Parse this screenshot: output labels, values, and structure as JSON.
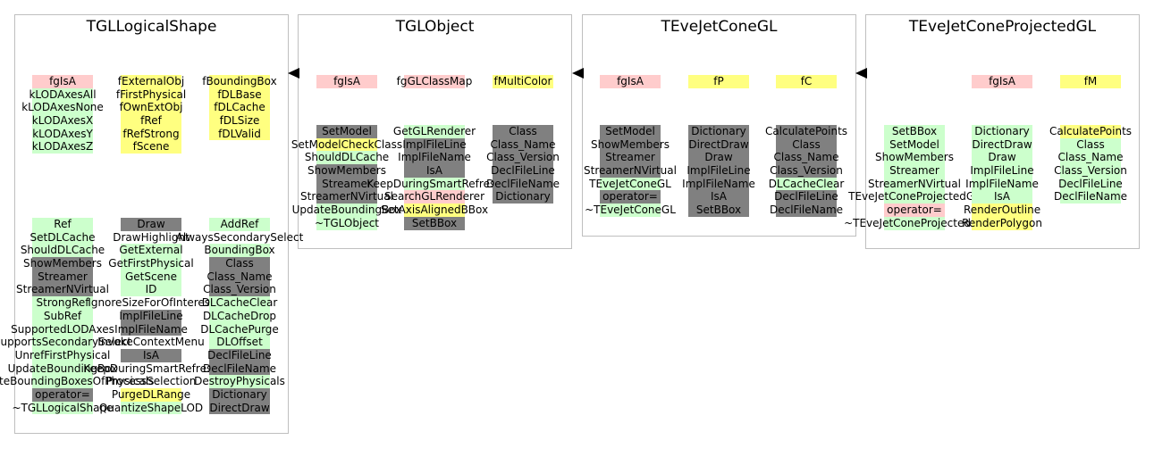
{
  "classes": [
    {
      "name": "TGLLogicalShape",
      "columns": [
        [
          [
            "fgIsA",
            "r"
          ],
          [
            "kLODAxesAll",
            "g"
          ],
          [
            "kLODAxesNone",
            "g"
          ],
          [
            "kLODAxesX",
            "g"
          ],
          [
            "kLODAxesY",
            "g"
          ],
          [
            "kLODAxesZ",
            "g"
          ]
        ],
        [
          [
            "fExternalObj",
            "y"
          ],
          [
            "fFirstPhysical",
            "y"
          ],
          [
            "fOwnExtObj",
            "y"
          ],
          [
            "fRef",
            "y"
          ],
          [
            "fRefStrong",
            "y"
          ],
          [
            "fScene",
            "y"
          ]
        ],
        [
          [
            "fBoundingBox",
            "y"
          ],
          [
            "fDLBase",
            "y"
          ],
          [
            "fDLCache",
            "y"
          ],
          [
            "fDLSize",
            "y"
          ],
          [
            "fDLValid",
            "y"
          ]
        ],
        [
          [
            "Ref",
            "g"
          ],
          [
            "SetDLCache",
            "g"
          ],
          [
            "ShouldDLCache",
            "g"
          ],
          [
            "ShowMembers",
            "d"
          ],
          [
            "Streamer",
            "d"
          ],
          [
            "StreamerNVirtual",
            "d"
          ],
          [
            "StrongRef",
            "g"
          ],
          [
            "SubRef",
            "g"
          ],
          [
            "SupportedLODAxes",
            "g"
          ],
          [
            "SupportsSecondarySelect",
            "g"
          ],
          [
            "UnrefFirstPhysical",
            "g"
          ],
          [
            "UpdateBoundingBox",
            "g"
          ],
          [
            "UpdateBoundingBoxesOfPhysicals",
            "g"
          ],
          [
            "operator=",
            "d"
          ],
          [
            "~TGLLogicalShape",
            "g"
          ]
        ],
        [
          [
            "Draw",
            "d"
          ],
          [
            "DrawHighlight",
            "w"
          ],
          [
            "GetExternal",
            "g"
          ],
          [
            "GetFirstPhysical",
            "g"
          ],
          [
            "GetScene",
            "g"
          ],
          [
            "ID",
            "g"
          ],
          [
            "IgnoreSizeForOfInterest",
            "w"
          ],
          [
            "ImplFileLine",
            "d"
          ],
          [
            "ImplFileName",
            "d"
          ],
          [
            "InvokeContextMenu",
            "w"
          ],
          [
            "IsA",
            "d"
          ],
          [
            "KeepDuringSmartRefresh",
            "w"
          ],
          [
            "ProcessSelection",
            "w"
          ],
          [
            "PurgeDLRange",
            "y"
          ],
          [
            "QuantizeShapeLOD",
            "g"
          ]
        ],
        [
          [
            "AddRef",
            "g"
          ],
          [
            "AlwaysSecondarySelect",
            "w"
          ],
          [
            "BoundingBox",
            "g"
          ],
          [
            "Class",
            "d"
          ],
          [
            "Class_Name",
            "d"
          ],
          [
            "Class_Version",
            "d"
          ],
          [
            "DLCacheClear",
            "g"
          ],
          [
            "DLCacheDrop",
            "g"
          ],
          [
            "DLCachePurge",
            "g"
          ],
          [
            "DLOffset",
            "g"
          ],
          [
            "DeclFileLine",
            "d"
          ],
          [
            "DeclFileName",
            "d"
          ],
          [
            "DestroyPhysicals",
            "g"
          ],
          [
            "Dictionary",
            "d"
          ],
          [
            "DirectDraw",
            "d"
          ]
        ]
      ]
    },
    {
      "name": "TGLObject",
      "columns": [
        [
          [
            "fgIsA",
            "r"
          ]
        ],
        [
          [
            "fgGLClassMap",
            "r"
          ]
        ],
        [
          [
            "fMultiColor",
            "y"
          ]
        ],
        [
          [
            "SetModel",
            "d"
          ],
          [
            "SetModelCheckClass",
            "y"
          ],
          [
            "ShouldDLCache",
            "g"
          ],
          [
            "ShowMembers",
            "d"
          ],
          [
            "Streamer",
            "d"
          ],
          [
            "StreamerNVirtual",
            "d"
          ],
          [
            "UpdateBoundingBox",
            "g"
          ],
          [
            "~TGLObject",
            "g"
          ]
        ],
        [
          [
            "GetGLRenderer",
            "g"
          ],
          [
            "ImplFileLine",
            "d"
          ],
          [
            "ImplFileName",
            "d"
          ],
          [
            "IsA",
            "d"
          ],
          [
            "KeepDuringSmartRefresh",
            "g"
          ],
          [
            "SearchGLRenderer",
            "r"
          ],
          [
            "SetAxisAlignedBBox",
            "y"
          ],
          [
            "SetBBox",
            "d"
          ]
        ],
        [
          [
            "Class",
            "d"
          ],
          [
            "Class_Name",
            "d"
          ],
          [
            "Class_Version",
            "d"
          ],
          [
            "DeclFileLine",
            "d"
          ],
          [
            "DeclFileName",
            "d"
          ],
          [
            "Dictionary",
            "d"
          ]
        ]
      ]
    },
    {
      "name": "TEveJetConeGL",
      "columns": [
        [
          [
            "fgIsA",
            "r"
          ]
        ],
        [
          [
            "fP",
            "y"
          ]
        ],
        [
          [
            "fC",
            "y"
          ]
        ],
        [
          [
            "SetModel",
            "d"
          ],
          [
            "ShowMembers",
            "d"
          ],
          [
            "Streamer",
            "d"
          ],
          [
            "StreamerNVirtual",
            "d"
          ],
          [
            "TEveJetConeGL",
            "g"
          ],
          [
            "operator=",
            "d"
          ],
          [
            "~TEveJetConeGL",
            "g"
          ]
        ],
        [
          [
            "Dictionary",
            "d"
          ],
          [
            "DirectDraw",
            "d"
          ],
          [
            "Draw",
            "d"
          ],
          [
            "ImplFileLine",
            "d"
          ],
          [
            "ImplFileName",
            "d"
          ],
          [
            "IsA",
            "d"
          ],
          [
            "SetBBox",
            "d"
          ]
        ],
        [
          [
            "CalculatePoints",
            "d"
          ],
          [
            "Class",
            "d"
          ],
          [
            "Class_Name",
            "d"
          ],
          [
            "Class_Version",
            "d"
          ],
          [
            "DLCacheClear",
            "g"
          ],
          [
            "DeclFileLine",
            "d"
          ],
          [
            "DeclFileName",
            "d"
          ]
        ]
      ]
    },
    {
      "name": "TEveJetConeProjectedGL",
      "columns": [
        [],
        [
          [
            "fgIsA",
            "r"
          ]
        ],
        [
          [
            "fM",
            "y"
          ]
        ],
        [
          [
            "SetBBox",
            "g"
          ],
          [
            "SetModel",
            "g"
          ],
          [
            "ShowMembers",
            "g"
          ],
          [
            "Streamer",
            "g"
          ],
          [
            "StreamerNVirtual",
            "g"
          ],
          [
            "TEveJetConeProjectedGL",
            "g"
          ],
          [
            "operator=",
            "r"
          ],
          [
            "~TEveJetConeProjectedGL",
            "g"
          ]
        ],
        [
          [
            "Dictionary",
            "g"
          ],
          [
            "DirectDraw",
            "g"
          ],
          [
            "Draw",
            "g"
          ],
          [
            "ImplFileLine",
            "g"
          ],
          [
            "ImplFileName",
            "g"
          ],
          [
            "IsA",
            "g"
          ],
          [
            "RenderOutline",
            "y"
          ],
          [
            "RenderPolygon",
            "y"
          ]
        ],
        [
          [
            "CalculatePoints",
            "y"
          ],
          [
            "Class",
            "g"
          ],
          [
            "Class_Name",
            "g"
          ],
          [
            "Class_Version",
            "g"
          ],
          [
            "DeclFileLine",
            "g"
          ],
          [
            "DeclFileName",
            "g"
          ]
        ]
      ]
    }
  ]
}
